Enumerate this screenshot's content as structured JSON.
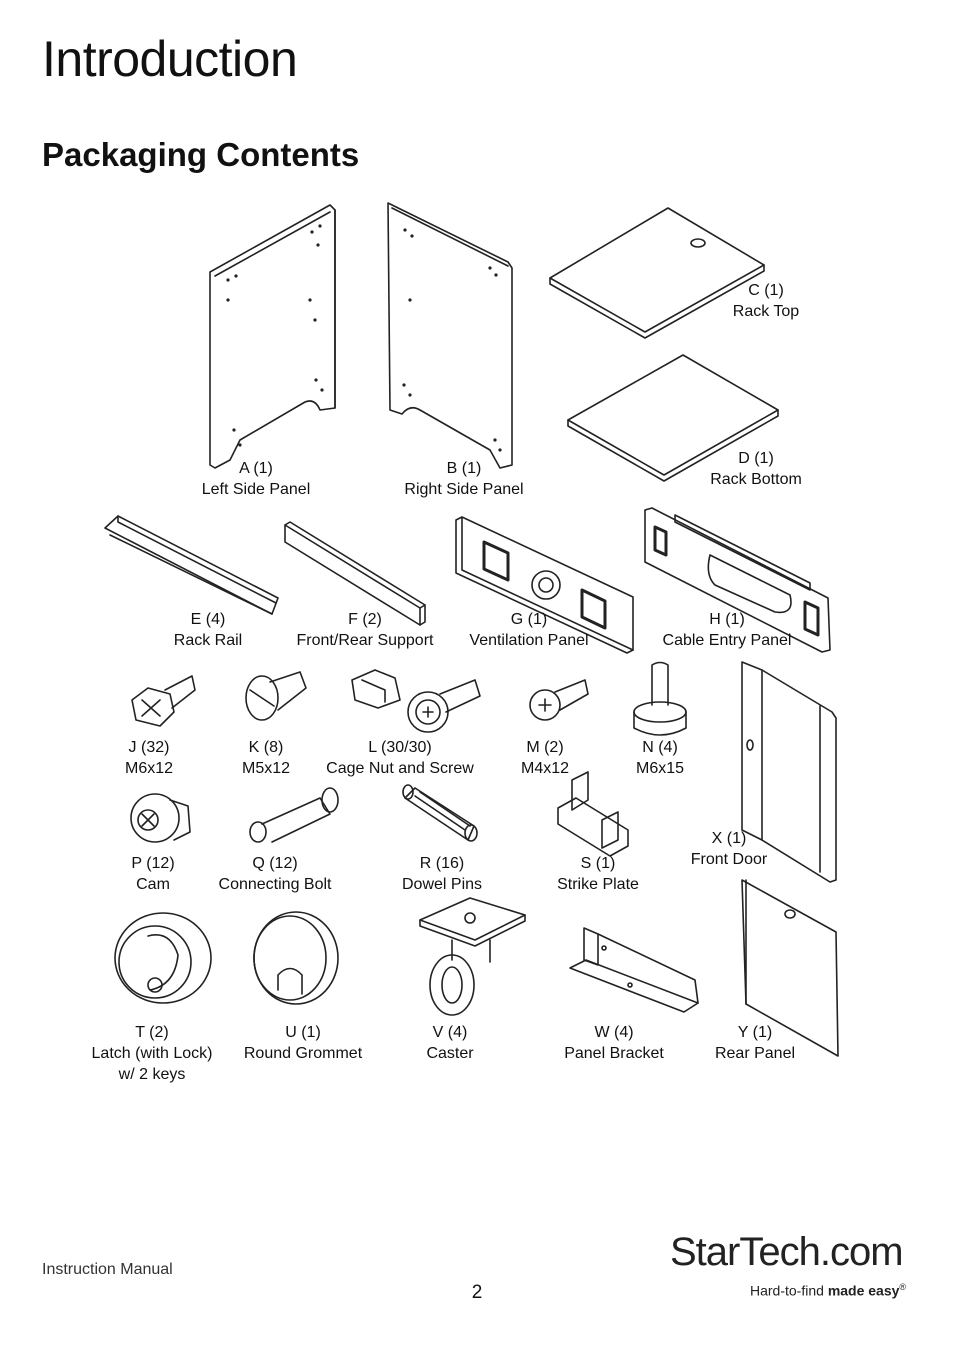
{
  "page": {
    "title": "Introduction",
    "section_title": "Packaging Contents",
    "footer_left": "Instruction Manual",
    "page_number": "2"
  },
  "brand": {
    "name": "StarTech.com",
    "tagline_prefix": "Hard-to-find",
    "tagline_bold": "made easy",
    "registered_mark": "®"
  },
  "parts": [
    {
      "id": "A",
      "count_line": "A (1)",
      "name": "Left Side Panel"
    },
    {
      "id": "B",
      "count_line": "B (1)",
      "name": "Right Side Panel"
    },
    {
      "id": "C",
      "count_line": "C (1)",
      "name": "Rack Top"
    },
    {
      "id": "D",
      "count_line": "D (1)",
      "name": "Rack Bottom"
    },
    {
      "id": "E",
      "count_line": "E (4)",
      "name": "Rack Rail"
    },
    {
      "id": "F",
      "count_line": "F (2)",
      "name": "Front/Rear Support"
    },
    {
      "id": "G",
      "count_line": "G (1)",
      "name": "Ventilation Panel"
    },
    {
      "id": "H",
      "count_line": "H (1)",
      "name": "Cable Entry Panel"
    },
    {
      "id": "J",
      "count_line": "J (32)",
      "name": "M6x12"
    },
    {
      "id": "K",
      "count_line": "K (8)",
      "name": "M5x12"
    },
    {
      "id": "L",
      "count_line": "L (30/30)",
      "name": "Cage Nut and Screw"
    },
    {
      "id": "M",
      "count_line": "M (2)",
      "name": "M4x12"
    },
    {
      "id": "N",
      "count_line": "N (4)",
      "name": "M6x15"
    },
    {
      "id": "X",
      "count_line": "X (1)",
      "name": "Front Door"
    },
    {
      "id": "P",
      "count_line": "P (12)",
      "name": "Cam"
    },
    {
      "id": "Q",
      "count_line": "Q (12)",
      "name": "Connecting Bolt"
    },
    {
      "id": "R",
      "count_line": "R (16)",
      "name": "Dowel Pins"
    },
    {
      "id": "S",
      "count_line": "S (1)",
      "name": "Strike Plate"
    },
    {
      "id": "T",
      "count_line": "T (2)",
      "name": "Latch (with Lock)",
      "extra": "w/ 2 keys"
    },
    {
      "id": "U",
      "count_line": "U (1)",
      "name": "Round Grommet"
    },
    {
      "id": "V",
      "count_line": "V (4)",
      "name": "Caster"
    },
    {
      "id": "W",
      "count_line": "W (4)",
      "name": "Panel Bracket"
    },
    {
      "id": "Y",
      "count_line": "Y (1)",
      "name": "Rear Panel"
    }
  ]
}
